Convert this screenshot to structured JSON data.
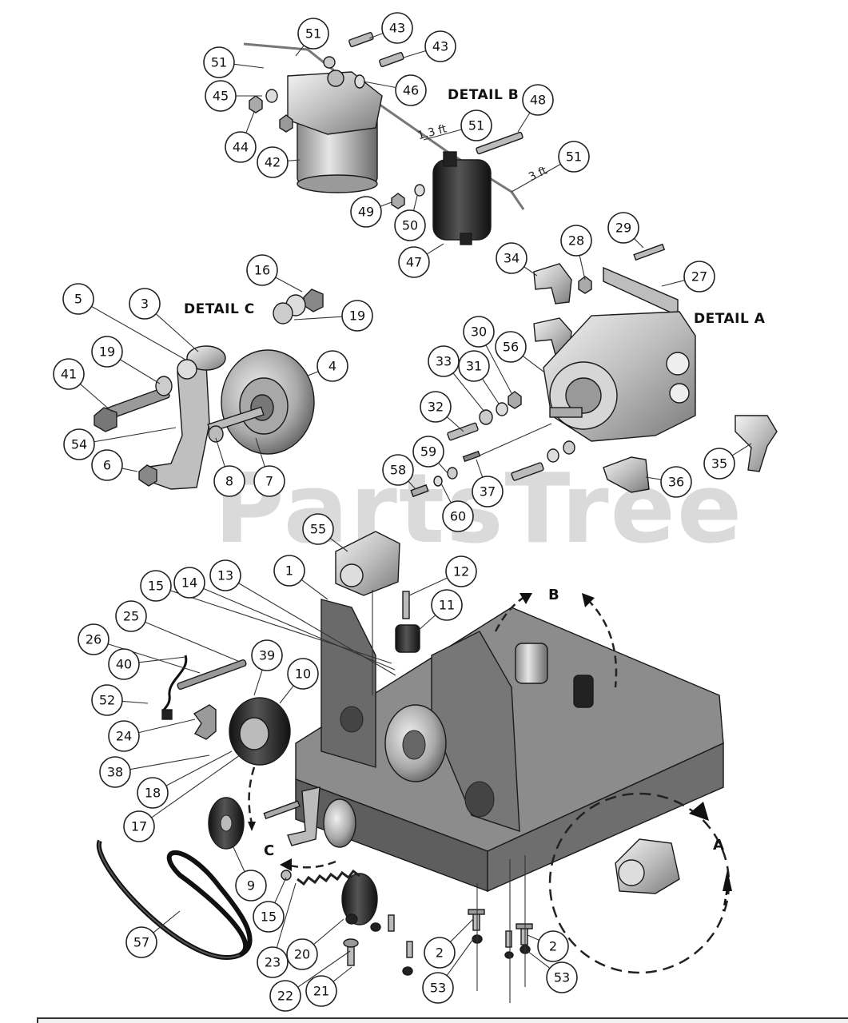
{
  "diagram": {
    "details": {
      "a": "DETAIL A",
      "b": "DETAIL B",
      "c": "DETAIL C"
    },
    "view_letters": {
      "a": "A",
      "b": "B",
      "c": "C"
    },
    "dimensions": {
      "hose_short": "1.3 ft",
      "hose_long": "3 ft"
    },
    "watermark": "PartsTree",
    "callouts": [
      "51",
      "43",
      "43",
      "51",
      "45",
      "46",
      "48",
      "44",
      "42",
      "51",
      "51",
      "49",
      "50",
      "47",
      "29",
      "28",
      "34",
      "27",
      "16",
      "5",
      "3",
      "19",
      "19",
      "4",
      "41",
      "54",
      "6",
      "8",
      "7",
      "30",
      "56",
      "33",
      "31",
      "32",
      "59",
      "58",
      "37",
      "60",
      "35",
      "36",
      "55",
      "12",
      "1",
      "13",
      "14",
      "15",
      "25",
      "11",
      "26",
      "39",
      "40",
      "10",
      "52",
      "24",
      "38",
      "18",
      "17",
      "9",
      "15",
      "57",
      "23",
      "20",
      "22",
      "21",
      "2",
      "2",
      "53",
      "53"
    ],
    "colors": {
      "accent_dark": "#1a1a1a",
      "part_fill": "#d9d9d9",
      "watermark": "#bdbdbd"
    }
  }
}
